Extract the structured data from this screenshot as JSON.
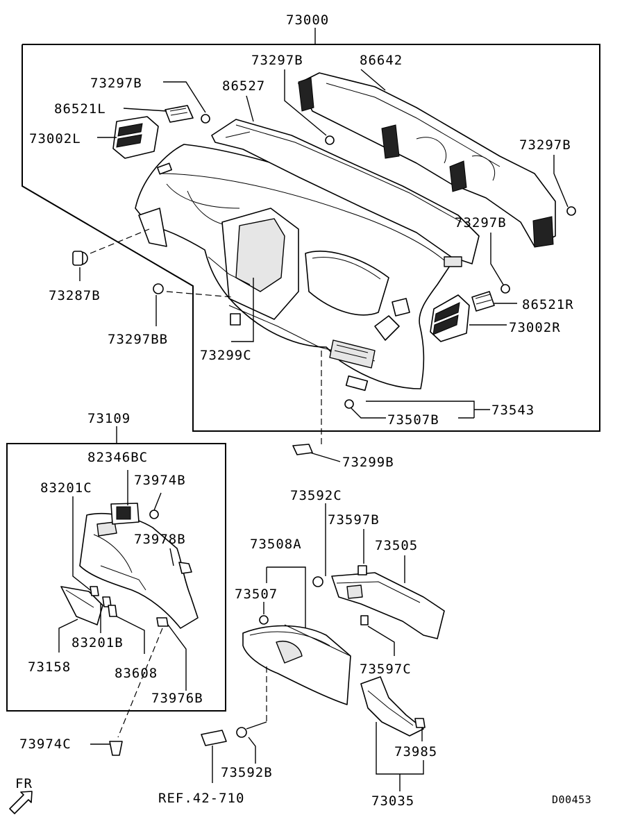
{
  "diagram": {
    "assembly_labels": {
      "dashboard_assembly": "73000",
      "glove_lower_assembly": "73109",
      "glove_box_assembly": "73508A",
      "lower_cover_assembly": "73035",
      "bracket_assembly": "73543"
    },
    "part_labels": {
      "p73297B_a": "73297B",
      "p86642": "86642",
      "p73297B_b": "73297B",
      "p86527": "86527",
      "p86521L": "86521L",
      "p73002L": "73002L",
      "p73297B_c": "73297B",
      "p73297B_d": "73297B",
      "p73287B": "73287B",
      "p86521R": "86521R",
      "p73002R": "73002R",
      "p73297BB": "73297BB",
      "p73299C": "73299C",
      "p73507B": "73507B",
      "p73299B": "73299B",
      "p82346BC": "82346BC",
      "p73974B": "73974B",
      "p83201C": "83201C",
      "p73978B": "73978B",
      "p83201B": "83201B",
      "p73158": "73158",
      "p83608": "83608",
      "p73976B": "73976B",
      "p73974C": "73974C",
      "p73592C": "73592C",
      "p73597B": "73597B",
      "p73505": "73505",
      "p73507": "73507",
      "p73597C": "73597C",
      "p73985": "73985",
      "p73592B": "73592B"
    },
    "reference": "REF.42-710",
    "direction": "FR",
    "drawing_code": "D00453"
  }
}
